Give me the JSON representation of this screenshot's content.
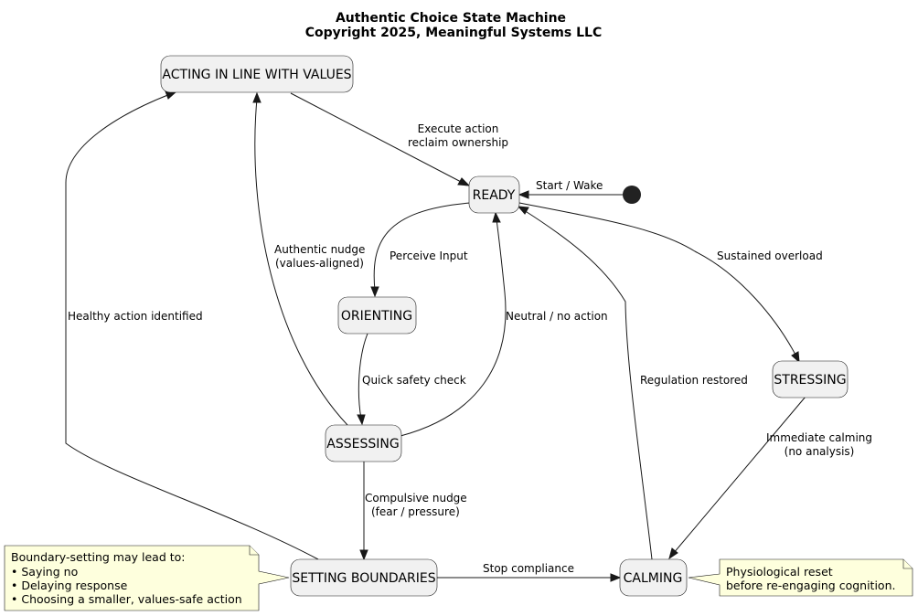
{
  "title": {
    "line1": "Authentic Choice State Machine",
    "line2": "Copyright 2025, Meaningful Systems LLC"
  },
  "states": {
    "acting": "ACTING IN LINE WITH VALUES",
    "ready": "READY",
    "orienting": "ORIENTING",
    "assessing": "ASSESSING",
    "stressing": "STRESSING",
    "boundaries": "SETTING BOUNDARIES",
    "calming": "CALMING"
  },
  "transitions": {
    "execute_1": "Execute action",
    "execute_2": "reclaim ownership",
    "start": "Start / Wake",
    "perceive": "Perceive Input",
    "overload": "Sustained overload",
    "authentic_1": "Authentic nudge",
    "authentic_2": "(values-aligned)",
    "healthy": "Healthy action identified",
    "neutral": "Neutral / no action",
    "safety": "Quick safety check",
    "regulation": "Regulation restored",
    "calming_1": "Immediate calming",
    "calming_2": "(no analysis)",
    "compulsive_1": "Compulsive nudge",
    "compulsive_2": "(fear / pressure)",
    "stop": "Stop compliance"
  },
  "notes": {
    "boundary": {
      "line1": "Boundary-setting may lead to:",
      "line2": "• Saying no",
      "line3": "• Delaying response",
      "line4": "• Choosing a smaller, values-safe action"
    },
    "calming": {
      "line1": "Physiological reset",
      "line2": "before re-engaging cognition."
    }
  },
  "colors": {
    "state_fill": "#f1f1f1",
    "note_fill": "#feffdd",
    "line": "#181818"
  }
}
